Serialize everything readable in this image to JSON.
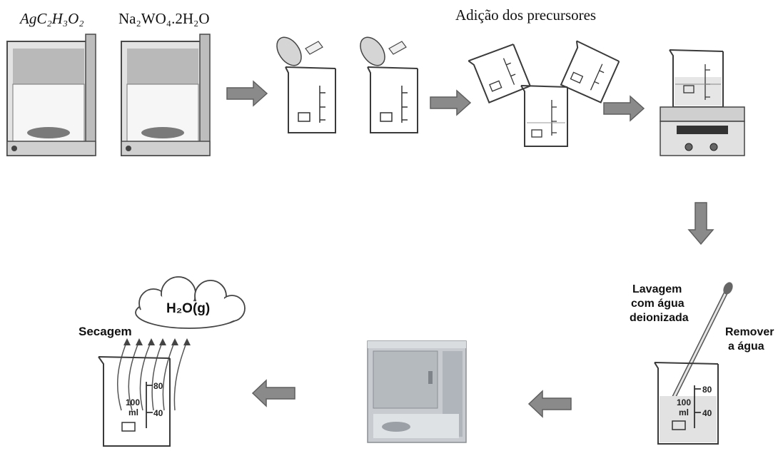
{
  "labels": {
    "reagent_1": "AgC₂H₃O₂",
    "reagent_2": "Na₂WO₄.2H₂O",
    "precursors": "Adição dos precursores",
    "wash_line1": "Lavagem",
    "wash_line2": "com água",
    "wash_line3": "deionizada",
    "remove_line1": "Remover",
    "remove_line2": "a água",
    "steam": "H₂O(g)",
    "drying": "Secagem"
  },
  "beaker_marks": {
    "mark_100": "100",
    "unit_ml": "ml",
    "mark_80": "80",
    "mark_40": "40"
  },
  "colors": {
    "arrow_fill": "#8a8a8a",
    "outline": "#3a3a3a",
    "balance_body": "#d9d9d9",
    "oven_body": "#c8ccd0"
  }
}
